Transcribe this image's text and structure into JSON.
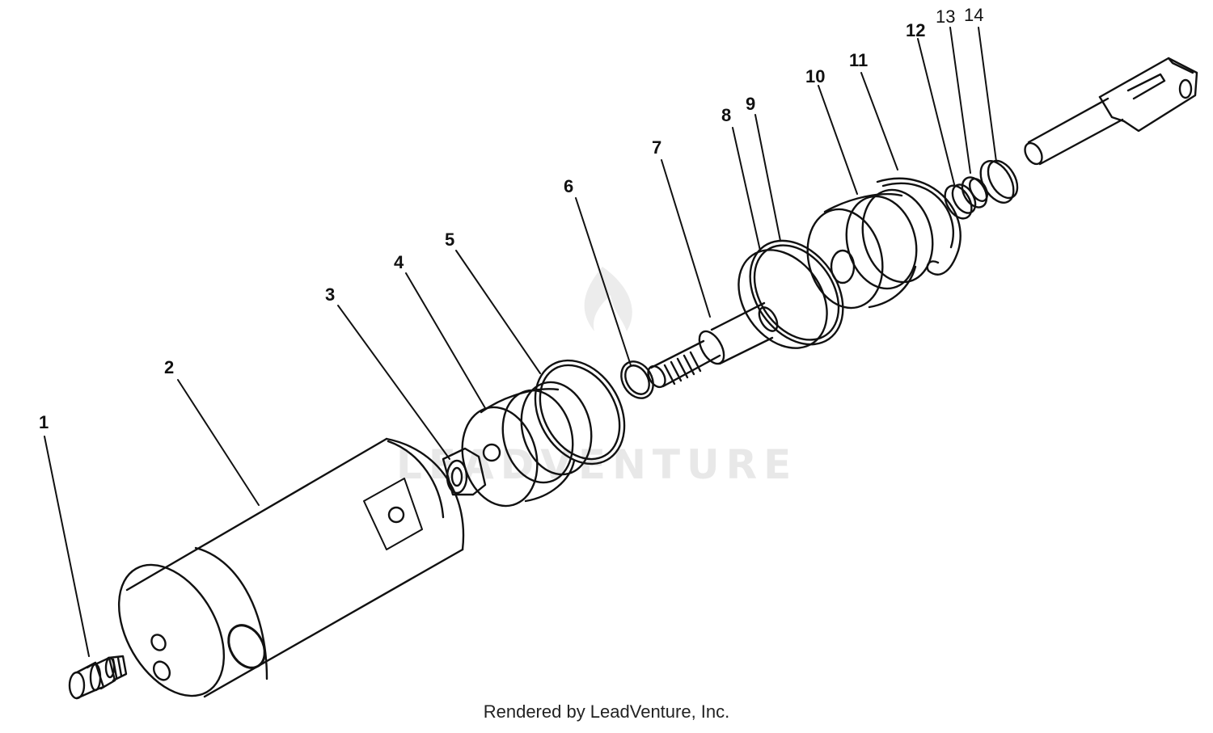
{
  "diagram": {
    "watermark_text": "LEADVENTURE",
    "callouts": [
      {
        "id": "1",
        "label": "1"
      },
      {
        "id": "2",
        "label": "2"
      },
      {
        "id": "3",
        "label": "3"
      },
      {
        "id": "4",
        "label": "4"
      },
      {
        "id": "5",
        "label": "5"
      },
      {
        "id": "6",
        "label": "6"
      },
      {
        "id": "7",
        "label": "7"
      },
      {
        "id": "8",
        "label": "8"
      },
      {
        "id": "9",
        "label": "9"
      },
      {
        "id": "10",
        "label": "10"
      },
      {
        "id": "11",
        "label": "11"
      },
      {
        "id": "12",
        "label": "12"
      },
      {
        "id": "13",
        "label": "13"
      },
      {
        "id": "14",
        "label": "14"
      }
    ]
  },
  "footer": {
    "credit": "Rendered by LeadVenture, Inc."
  },
  "colors": {
    "line": "#111111",
    "background": "#ffffff",
    "watermark": "#e8e8e8"
  }
}
